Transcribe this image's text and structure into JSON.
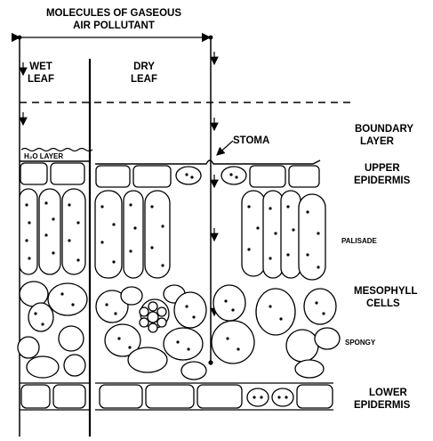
{
  "title": {
    "line1": "MOLECULES OF GASEOUS",
    "line2": "AIR  POLLUTANT"
  },
  "left_column": {
    "line1": "WET",
    "line2": "LEAF",
    "water_layer": "H₂O  LAYER"
  },
  "middle_column": {
    "line1": "DRY",
    "line2": "LEAF"
  },
  "stoma_label": "STOMA",
  "right_labels": {
    "boundary_layer": {
      "line1": "BOUNDARY",
      "line2": "LAYER"
    },
    "upper_epidermis": {
      "line1": "UPPER",
      "line2": "EPIDERMIS"
    },
    "palisade": "PALISADE",
    "mesophyll": {
      "line1": "MESOPHYLL",
      "line2": "CELLS"
    },
    "spongy": "SPONGY",
    "lower_epidermis": {
      "line1": "LOWER",
      "line2": "EPIDERMIS"
    }
  },
  "colors": {
    "ink": "#000000",
    "background": "#ffffff"
  }
}
